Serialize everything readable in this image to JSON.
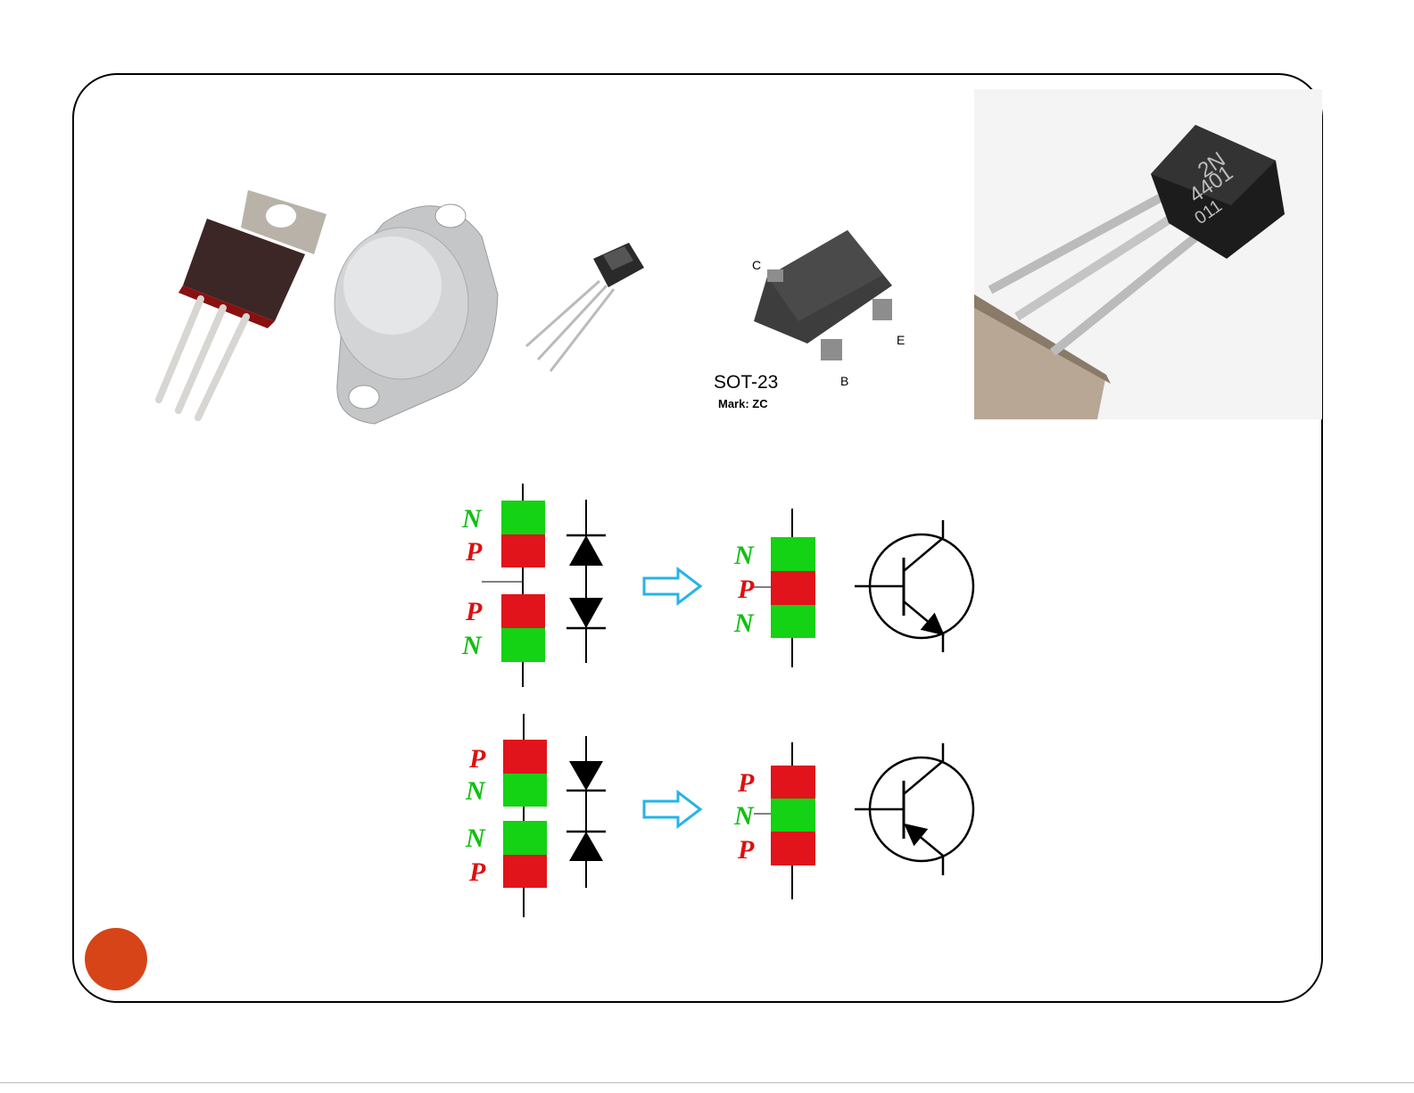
{
  "colors": {
    "n_region": "#14d214",
    "p_region": "#e0141a",
    "arrow": "#25b4e8",
    "n_text": "#12c012",
    "p_text": "#dd1010",
    "slide_dot": "#d64417"
  },
  "photos": {
    "sot23_label": "SOT-23",
    "sot23_mark": "Mark: ZC",
    "pin_c": "C",
    "pin_b": "B",
    "pin_e": "E",
    "to92_marking": [
      "2N",
      "4401",
      "011"
    ]
  },
  "diagram": {
    "npn": {
      "stack_top": [
        "N",
        "P"
      ],
      "stack_bottom": [
        "P",
        "N"
      ],
      "combined": [
        "N",
        "P",
        "N"
      ]
    },
    "pnp": {
      "stack_top": [
        "P",
        "N"
      ],
      "stack_bottom": [
        "N",
        "P"
      ],
      "combined": [
        "P",
        "N",
        "P"
      ]
    }
  }
}
